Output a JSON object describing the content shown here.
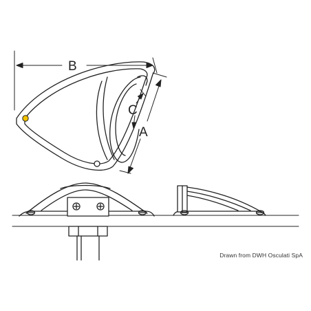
{
  "labels": {
    "dim_b": "B",
    "dim_c": "C",
    "dim_a": "A"
  },
  "credit": "Drawn from DWH Osculati SpA",
  "colors": {
    "line": "#222222",
    "background": "#ffffff",
    "rivet": "#f2c200"
  }
}
